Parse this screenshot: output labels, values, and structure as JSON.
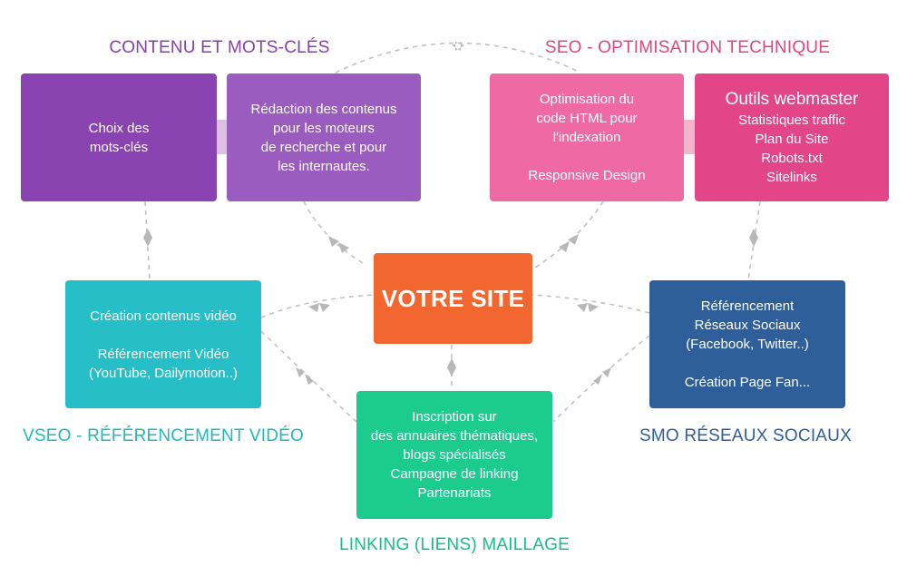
{
  "colors": {
    "purple_dark": "#8a44b2",
    "purple_light": "#9b5cbf",
    "pink_light": "#ef6aa4",
    "pink_dark": "#e24588",
    "teal": "#27bfc7",
    "green": "#1ccc8f",
    "blue": "#2e5f9a",
    "orange": "#f26730",
    "arrow": "#b8b8b8"
  },
  "center": {
    "label": "VOTRE SITE"
  },
  "groups": {
    "contenu": {
      "title": "CONTENU ET MOTS-CLÉS"
    },
    "seo": {
      "title": "SEO - OPTIMISATION TECHNIQUE"
    },
    "vseo": {
      "title": "VSEO - RÉFÉRENCEMENT VIDÉO"
    },
    "smo": {
      "title": "SMO RÉSEAUX SOCIAUX"
    },
    "linking": {
      "title": "LINKING (LIENS) MAILLAGE"
    }
  },
  "boxes": {
    "mots_cles": {
      "lines": [
        "Choix des",
        "mots-clés"
      ]
    },
    "redaction": {
      "lines": [
        "Rédaction des contenus",
        "pour les moteurs",
        "de recherche et pour",
        "les internautes."
      ]
    },
    "optimisation": {
      "lines": [
        "Optimisation du",
        "code  HTML pour",
        "l'indexation",
        "",
        "Responsive Design"
      ]
    },
    "outils": {
      "title": "Outils webmaster",
      "lines": [
        "Statistiques traffic",
        "Plan du Site",
        "Robots.txt",
        "Sitelinks"
      ]
    },
    "video": {
      "lines": [
        "Création contenus vidéo",
        "",
        "Référencement Vidéo",
        "(YouTube, Dailymotion..)"
      ]
    },
    "social": {
      "lines": [
        "Référencement",
        "Réseaux Sociaux",
        "(Facebook, Twitter..)",
        "",
        "Création Page Fan..."
      ]
    },
    "linking": {
      "lines": [
        "Inscription sur",
        "des annuaires thématiques,",
        "blogs spécialisés",
        "Campagne de linking",
        "Partenariats"
      ]
    }
  }
}
